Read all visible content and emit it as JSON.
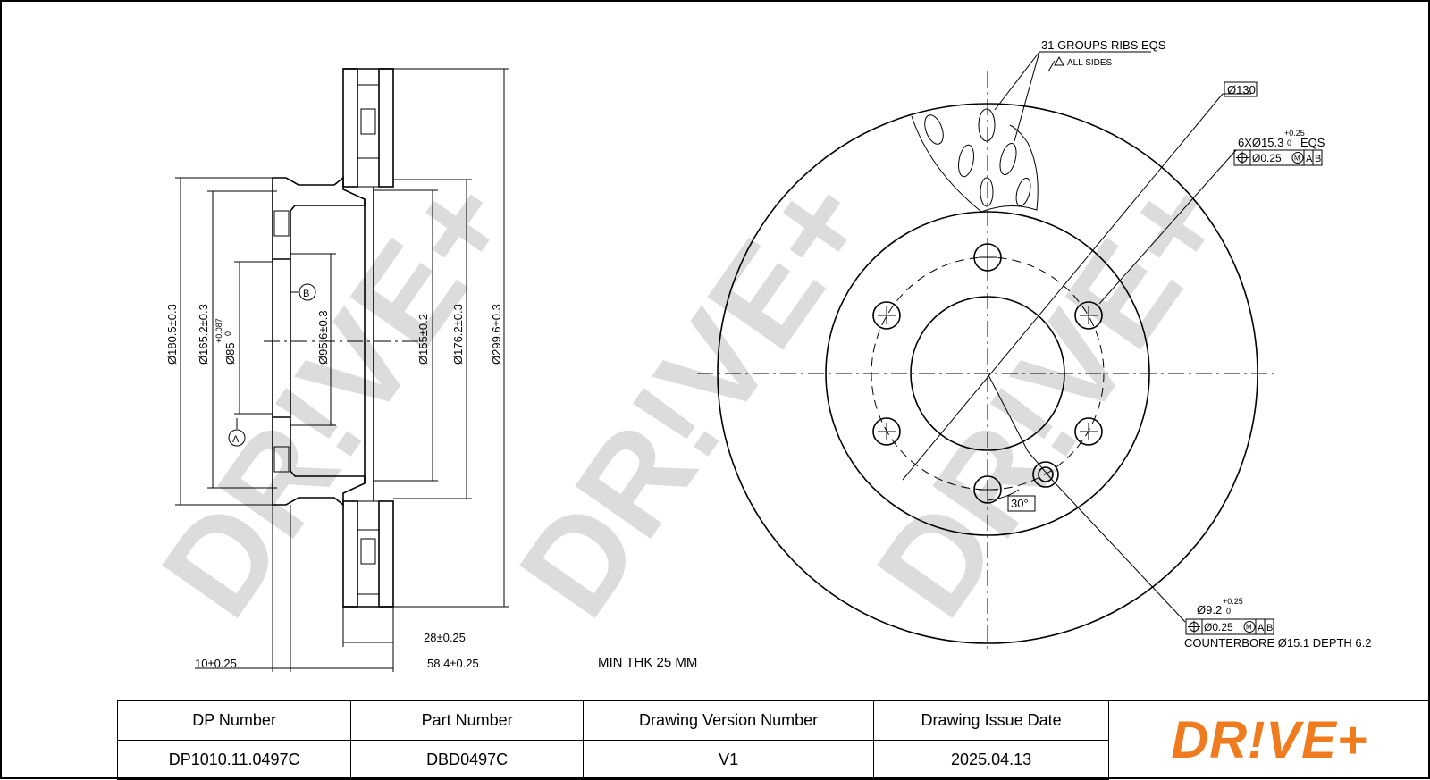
{
  "drawing": {
    "watermark": "DR!VE+",
    "side_view_dims": {
      "d1": "Ø180.5±0.3",
      "d2": "Ø165.2±0.3",
      "d3": "Ø85",
      "d3_tol_upper": "+0.087",
      "d3_tol_lower": "0",
      "d4": "Ø95.6±0.3",
      "d5": "Ø155±0.2",
      "d6": "Ø176.2±0.3",
      "d7": "Ø299.6±0.3",
      "t1": "28±0.25",
      "t2": "58.4±0.25",
      "t3": "10±0.25",
      "datum_a": "A",
      "datum_b": "B"
    },
    "front_view_notes": {
      "ribs": "31 GROUPS RIBS EQS",
      "all_sides": "ALL SIDES",
      "pcd": "Ø130",
      "holes": "6XØ15.3",
      "holes_tol_upper": "+0.25",
      "holes_tol_lower": "0",
      "holes_eqs": "EQS",
      "holes_tol": "Ø0.25",
      "holes_mod": "M",
      "datum_a": "A",
      "datum_b": "B",
      "small_hole": "Ø9.2",
      "small_tol_upper": "+0.25",
      "small_tol_lower": "0",
      "small_fcf": "Ø0.25",
      "small_mod": "M",
      "counterbore": "COUNTERBORE Ø15.1 DEPTH 6.2",
      "angle": "30°"
    },
    "min_thk": "MIN THK 25 MM"
  },
  "title_block": {
    "headers": [
      "DP Number",
      "Part Number",
      "Drawing Version Number",
      "Drawing Issue Date"
    ],
    "values": [
      "DP1010.11.0497C",
      "DBD0497C",
      "V1",
      "2025.04.13"
    ],
    "brand": "DR!VE+",
    "brand_color": "#f07b1e"
  }
}
